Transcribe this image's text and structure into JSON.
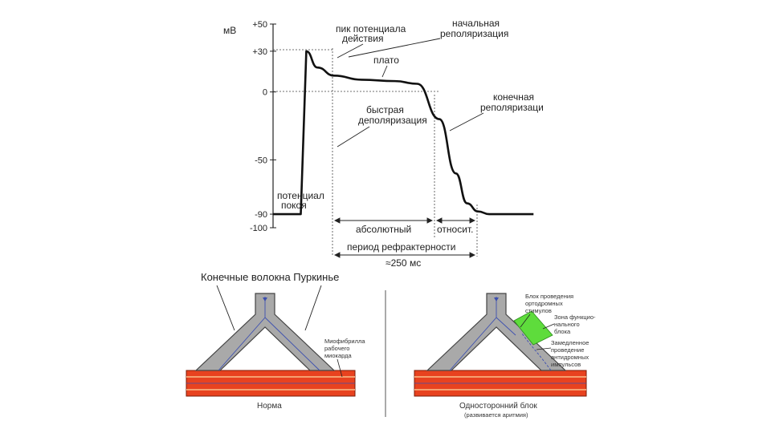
{
  "chart": {
    "unit": "мВ",
    "ticks": [
      {
        "value": 50,
        "label": "+50"
      },
      {
        "value": 30,
        "label": "+30"
      },
      {
        "value": 0,
        "label": "0"
      },
      {
        "value": -50,
        "label": "-50"
      },
      {
        "value": -90,
        "label": "-90"
      },
      {
        "value": -100,
        "label": "-100"
      }
    ],
    "annotations": {
      "peak": [
        "пик потенциала",
        "действия"
      ],
      "initial_repol": [
        "начальная",
        "реполяризация"
      ],
      "plateau": "плато",
      "final_repol": [
        "конечная",
        "реполяризаци"
      ],
      "fast_depol": [
        "быстрая",
        "деполяризация"
      ],
      "resting": [
        "потенциал",
        "покоя"
      ]
    },
    "intervals": {
      "absolute": "абсолютный",
      "relative": "относит.",
      "refractory": "период рефрактерности",
      "duration": "≈250 мс"
    }
  },
  "chart_data": {
    "type": "line",
    "ylabel": "мВ",
    "ylim": [
      -100,
      50
    ],
    "series": [
      {
        "x": [
          0,
          25,
          30,
          40,
          55,
          80,
          110,
          130,
          150,
          165,
          175,
          185,
          195,
          210,
          235
        ],
        "y": [
          -90,
          -90,
          30,
          18,
          12,
          9,
          8,
          6,
          -20,
          -60,
          -82,
          -88,
          -90,
          -90,
          -90
        ]
      }
    ]
  },
  "diagram_left": {
    "title": "Конечные волокна Пуркинье",
    "label_myofibril": [
      "Миофибрилла",
      "рабочего",
      "миокарда"
    ],
    "caption": "Норма"
  },
  "diagram_right": {
    "label_block": [
      "Блок проведения",
      "ортодромных",
      "стимулов"
    ],
    "label_zone": [
      "Зона функцио-",
      "нального",
      "блока"
    ],
    "label_retro": [
      "Замедленное",
      "проведение",
      "антидромных",
      "импульсов"
    ],
    "caption": "Односторонний блок",
    "subcaption": "(развивается аритмия)"
  },
  "colors": {
    "fiber": "#a9a9a9",
    "muscle": "#e8421f",
    "muscle_stripe": "#f28a52",
    "block_zone": "#5edc3c",
    "path": "#3c4fb0"
  }
}
